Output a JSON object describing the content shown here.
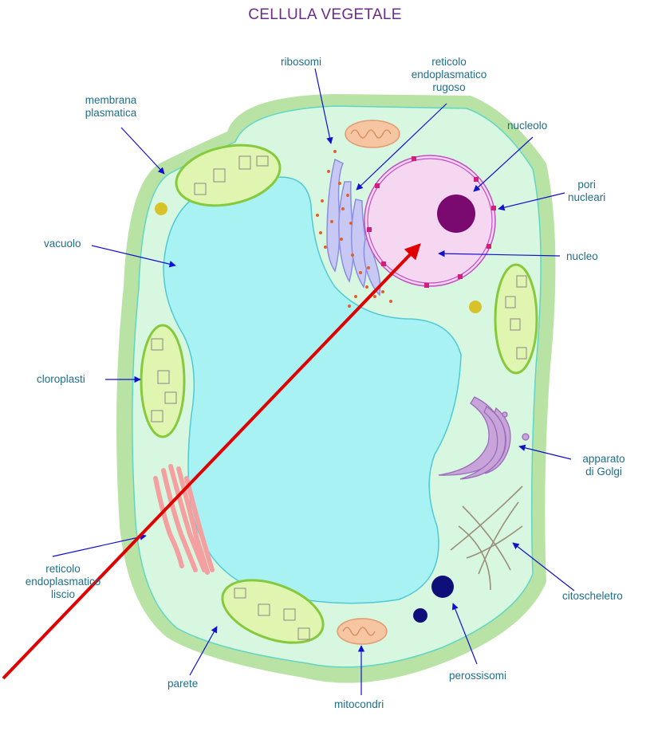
{
  "title": "CELLULA VEGETALE",
  "labels": {
    "ribosomi": "ribosomi",
    "rer": [
      "reticolo",
      "endoplasmatico",
      "rugoso"
    ],
    "membrana": [
      "membrana",
      "plasmatica"
    ],
    "nucleolo": "nucleolo",
    "pori": [
      "pori",
      "nucleari"
    ],
    "vacuolo": "vacuolo",
    "nucleo": "nucleo",
    "cloroplasti": "cloroplasti",
    "golgi": [
      "apparato",
      "di Golgi"
    ],
    "rel": [
      "reticolo",
      "endoplasmatico",
      "liscio"
    ],
    "citoscheletro": "citoscheletro",
    "parete": "parete",
    "perossisomi": "perossisomi",
    "mitocondri": "mitocondri"
  },
  "colors": {
    "title": "#6b2b86",
    "label": "#1f6e8a",
    "arrow": "#1010d0",
    "wall": "#b9e3a5",
    "cytoplasm": "#d8f7e0",
    "vacuole": "#a8f2f4",
    "nucleus": "#f5d7f2",
    "pointer": "#e00000"
  }
}
